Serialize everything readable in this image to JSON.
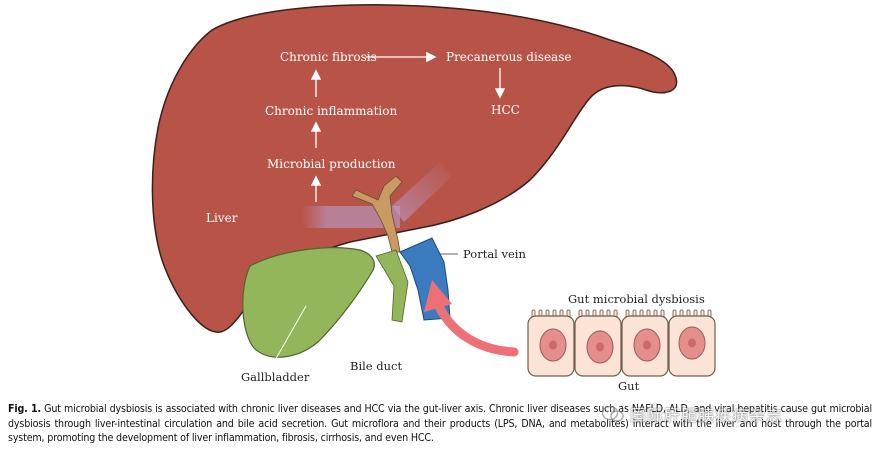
{
  "diagram": {
    "liver_label": "Liver",
    "flow": {
      "chronic_fibrosis": "Chronic fibrosis",
      "precancerous_disease": "Precanerous disease",
      "hcc": "HCC",
      "chronic_inflammation": "Chronic inflammation",
      "microbial_production": "Microbial production"
    },
    "portal_vein_label": "Portal vein",
    "gallbladder_label": "Gallbladder",
    "bile_duct_label": "Bile duct",
    "gut_title": "Gut microbial dysbiosis",
    "gut_label": "Gut"
  },
  "caption": {
    "figure_label": "Fig. 1.",
    "text": "Gut microbial dysbiosis is associated with chronic liver diseases and HCC via the gut-liver axis. Chronic liver diseases such as NAFLD, ALD, and viral hepatitis cause gut microbial dysbiosis through liver-intestinal circulation and bile acid secretion. Gut microflora and their products (LPS, DNA, and metabolites) interact with the liver and host through the portal system, promoting the development of liver inflammation, fibrosis, cirrhosis, and even HCC."
  },
  "watermark": {
    "text": "国际肝胆胰疾病杂志"
  },
  "colors": {
    "liver": "#b85447",
    "liver_outline": "#3a1f1a",
    "gallbladder": "#94b65a",
    "portal_vein": "#3b7cc0",
    "arrow_pink": "#ee6f76",
    "cell_fill": "#fbe3d6",
    "nucleus": "#e48f8c"
  }
}
